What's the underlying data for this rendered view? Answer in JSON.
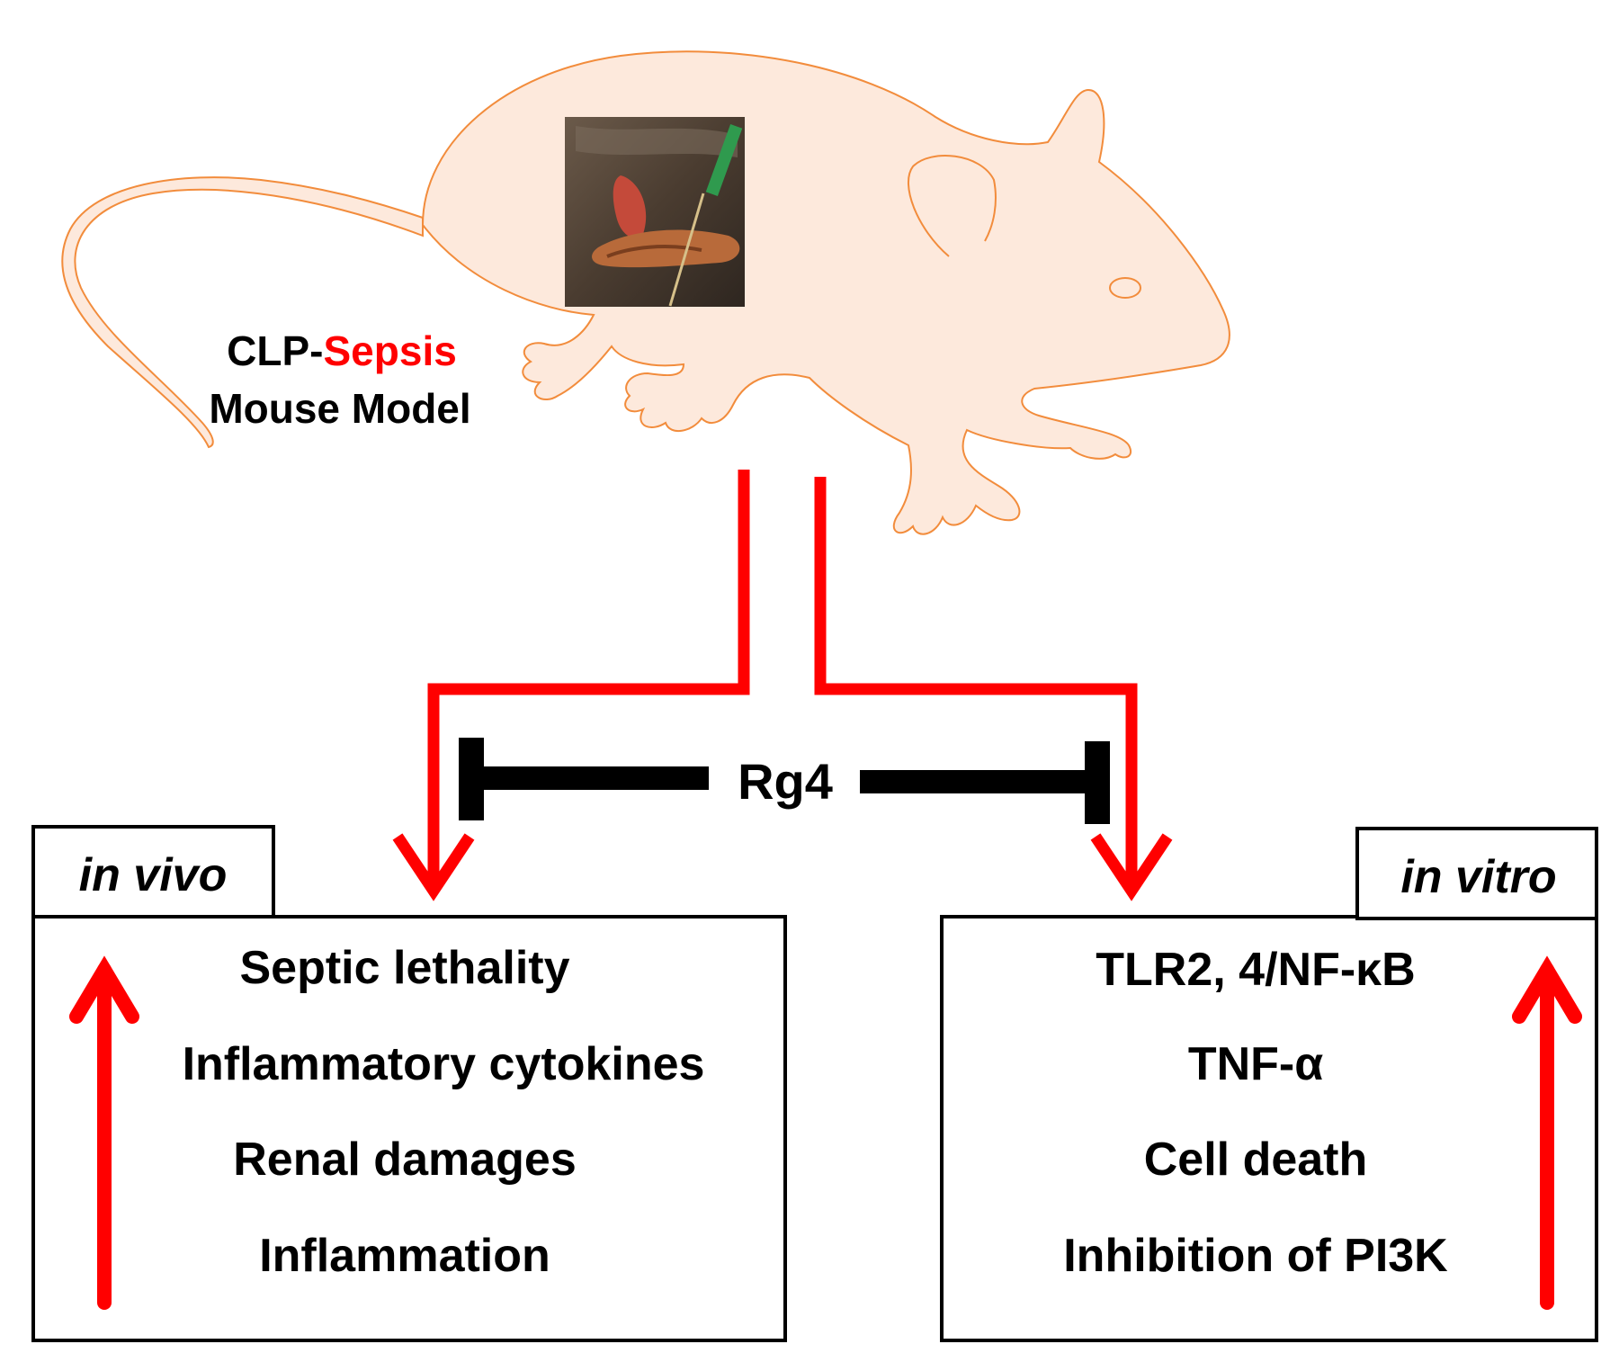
{
  "model_label": {
    "line1_prefix": "CLP-",
    "line1_highlight": "Sepsis",
    "line2": "Mouse Model"
  },
  "inhibitor": {
    "label": "Rg4"
  },
  "in_vivo": {
    "tab": "in vivo",
    "items": [
      "Septic lethality",
      "Inflammatory cytokines",
      "Renal damages",
      "Inflammation"
    ]
  },
  "in_vitro": {
    "tab": "in vitro",
    "items": [
      "TLR2, 4/NF-κB",
      "TNF-α",
      "Cell death",
      "Inhibition of PI3K"
    ]
  },
  "colors": {
    "arrow_red": "#ff0000",
    "mouse_fill": "#fde9dc",
    "mouse_outline": "#f28c3c",
    "text": "#000000"
  },
  "icons": {
    "mouse": "mouse-silhouette-icon",
    "surgery_photo": "cecal-ligation-photo-icon"
  }
}
